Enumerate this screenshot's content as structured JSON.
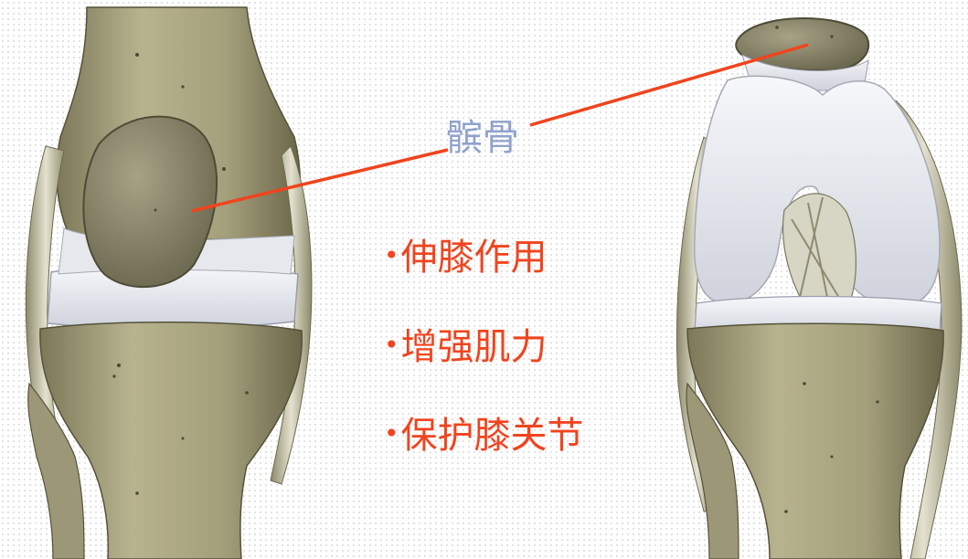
{
  "diagram": {
    "callout_label": "髌骨",
    "bullets": [
      {
        "marker": "•",
        "text": "伸膝作用"
      },
      {
        "marker": "•",
        "text": "增强肌力"
      },
      {
        "marker": "•",
        "text": "保护膝关节"
      }
    ],
    "colors": {
      "callout_label": "#8fa2cc",
      "bullet_text": "#f0441e",
      "leader_line": "#f0441e",
      "bone": "#b9b48f",
      "bone_shadow": "#6f6b4c",
      "cartilage": "#eceef4"
    }
  }
}
